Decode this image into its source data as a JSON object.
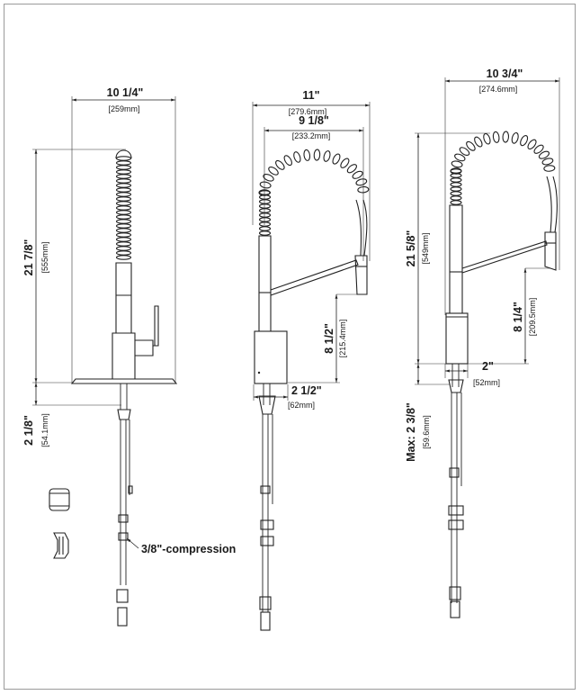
{
  "views": {
    "side": {
      "width_in": "10 1/4\"",
      "width_mm": "[259mm]",
      "height_in": "21 7/8\"",
      "height_mm": "[555mm]",
      "below_in": "2 1/8\"",
      "below_mm": "[54.1mm]"
    },
    "front": {
      "reach_in": "11\"",
      "reach_mm": "[279.6mm]",
      "spout_in": "9 1/8\"",
      "spout_mm": "[233.2mm]",
      "clearance_in": "8 1/2\"",
      "clearance_mm": "[215.4mm]",
      "base_in": "2 1/2\"",
      "base_mm": "[62mm]"
    },
    "rotated": {
      "width_in": "10 3/4\"",
      "width_mm": "[274.6mm]",
      "height_in": "21 5/8\"",
      "height_mm": "[549mm]",
      "clearance_in": "8 1/4\"",
      "clearance_mm": "[209.5mm]",
      "base_in": "2\"",
      "base_mm": "[52mm]",
      "max_in": "Max: 2 3/8\"",
      "max_mm": "[59.6mm]"
    }
  },
  "connection_label": "3/8\"-compression"
}
